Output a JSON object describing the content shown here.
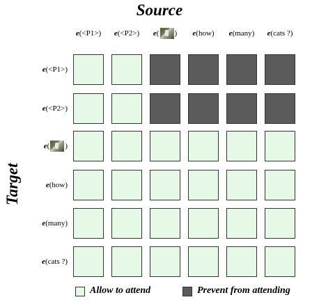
{
  "titles": {
    "source": "Source",
    "target": "Target"
  },
  "tokens": [
    {
      "e": "e",
      "text": "(<P1>)",
      "image": false
    },
    {
      "e": "e",
      "text": "(<P2>)",
      "image": false
    },
    {
      "e": "e",
      "text_before": "(",
      "text_after": ")",
      "image": true
    },
    {
      "e": "e",
      "text": "(how)",
      "image": false
    },
    {
      "e": "e",
      "text": "(many)",
      "image": false
    },
    {
      "e": "e",
      "text": "(cats ?)",
      "image": false
    }
  ],
  "mask": [
    [
      "allow",
      "allow",
      "prevent",
      "prevent",
      "prevent",
      "prevent"
    ],
    [
      "allow",
      "allow",
      "prevent",
      "prevent",
      "prevent",
      "prevent"
    ],
    [
      "allow",
      "allow",
      "allow",
      "allow",
      "allow",
      "allow"
    ],
    [
      "allow",
      "allow",
      "allow",
      "allow",
      "allow",
      "allow"
    ],
    [
      "allow",
      "allow",
      "allow",
      "allow",
      "allow",
      "allow"
    ],
    [
      "allow",
      "allow",
      "allow",
      "allow",
      "allow",
      "allow"
    ]
  ],
  "legend": {
    "allow": "Allow to attend",
    "prevent": "Prevent from attending"
  },
  "colors": {
    "allow": "#e6f9e6",
    "prevent": "#5b5b5b"
  },
  "icons": {
    "image_token": "cat-photo-icon"
  }
}
